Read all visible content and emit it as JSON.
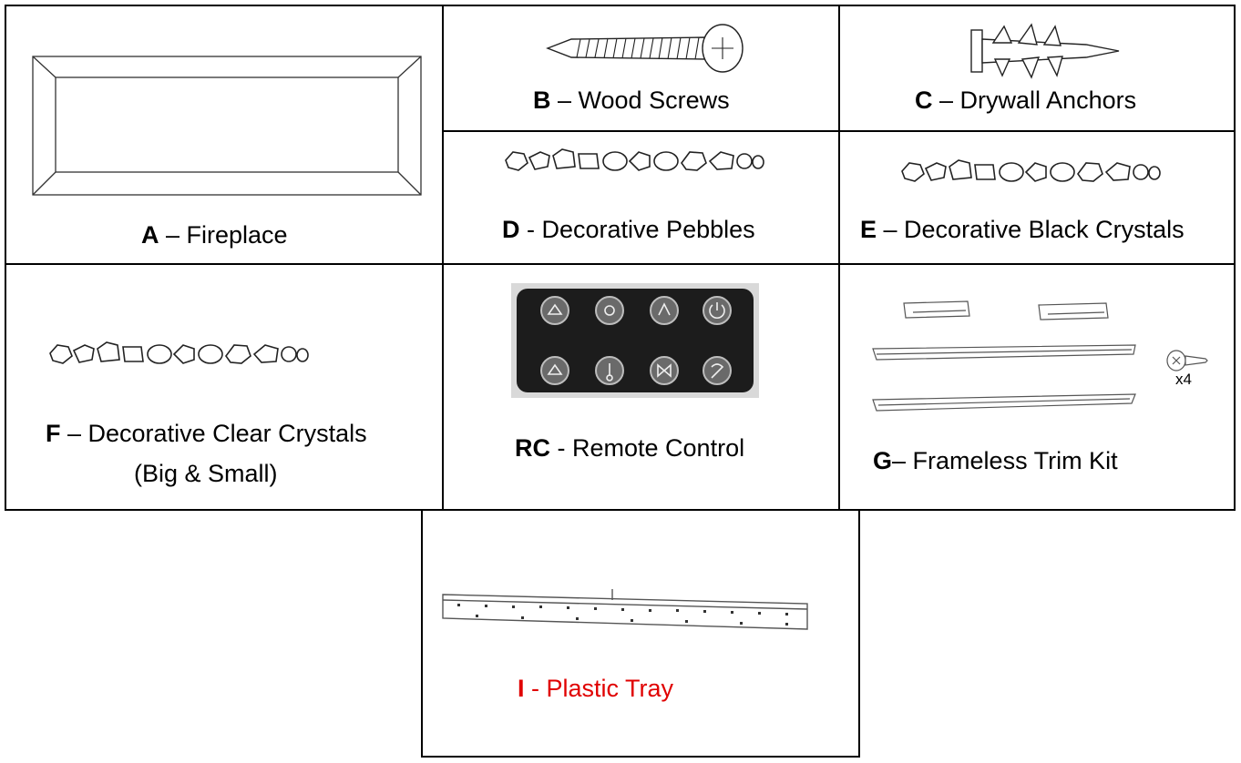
{
  "parts": [
    {
      "id": "A",
      "sep": " – ",
      "name": "Fireplace"
    },
    {
      "id": "B",
      "sep": " – ",
      "name": "Wood Screws"
    },
    {
      "id": "C",
      "sep": " – ",
      "name": "Drywall Anchors"
    },
    {
      "id": "D",
      "sep": " - ",
      "name": "Decorative Pebbles"
    },
    {
      "id": "E",
      "sep": " – ",
      "name": "Decorative Black Crystals"
    },
    {
      "id": "F",
      "sep": " – ",
      "name": "Decorative Clear Crystals",
      "name_line2": "(Big & Small)"
    },
    {
      "id": "RC",
      "sep": " - ",
      "name": "Remote Control"
    },
    {
      "id": "G",
      "sep": "– ",
      "name": "Frameless Trim Kit",
      "screw_qty": "x4"
    },
    {
      "id": "I",
      "sep": " - ",
      "name": "Plastic Tray"
    }
  ],
  "colors": {
    "border": "#000000",
    "highlight_label": "#e00000",
    "remote_body": "#1c1c1c"
  }
}
